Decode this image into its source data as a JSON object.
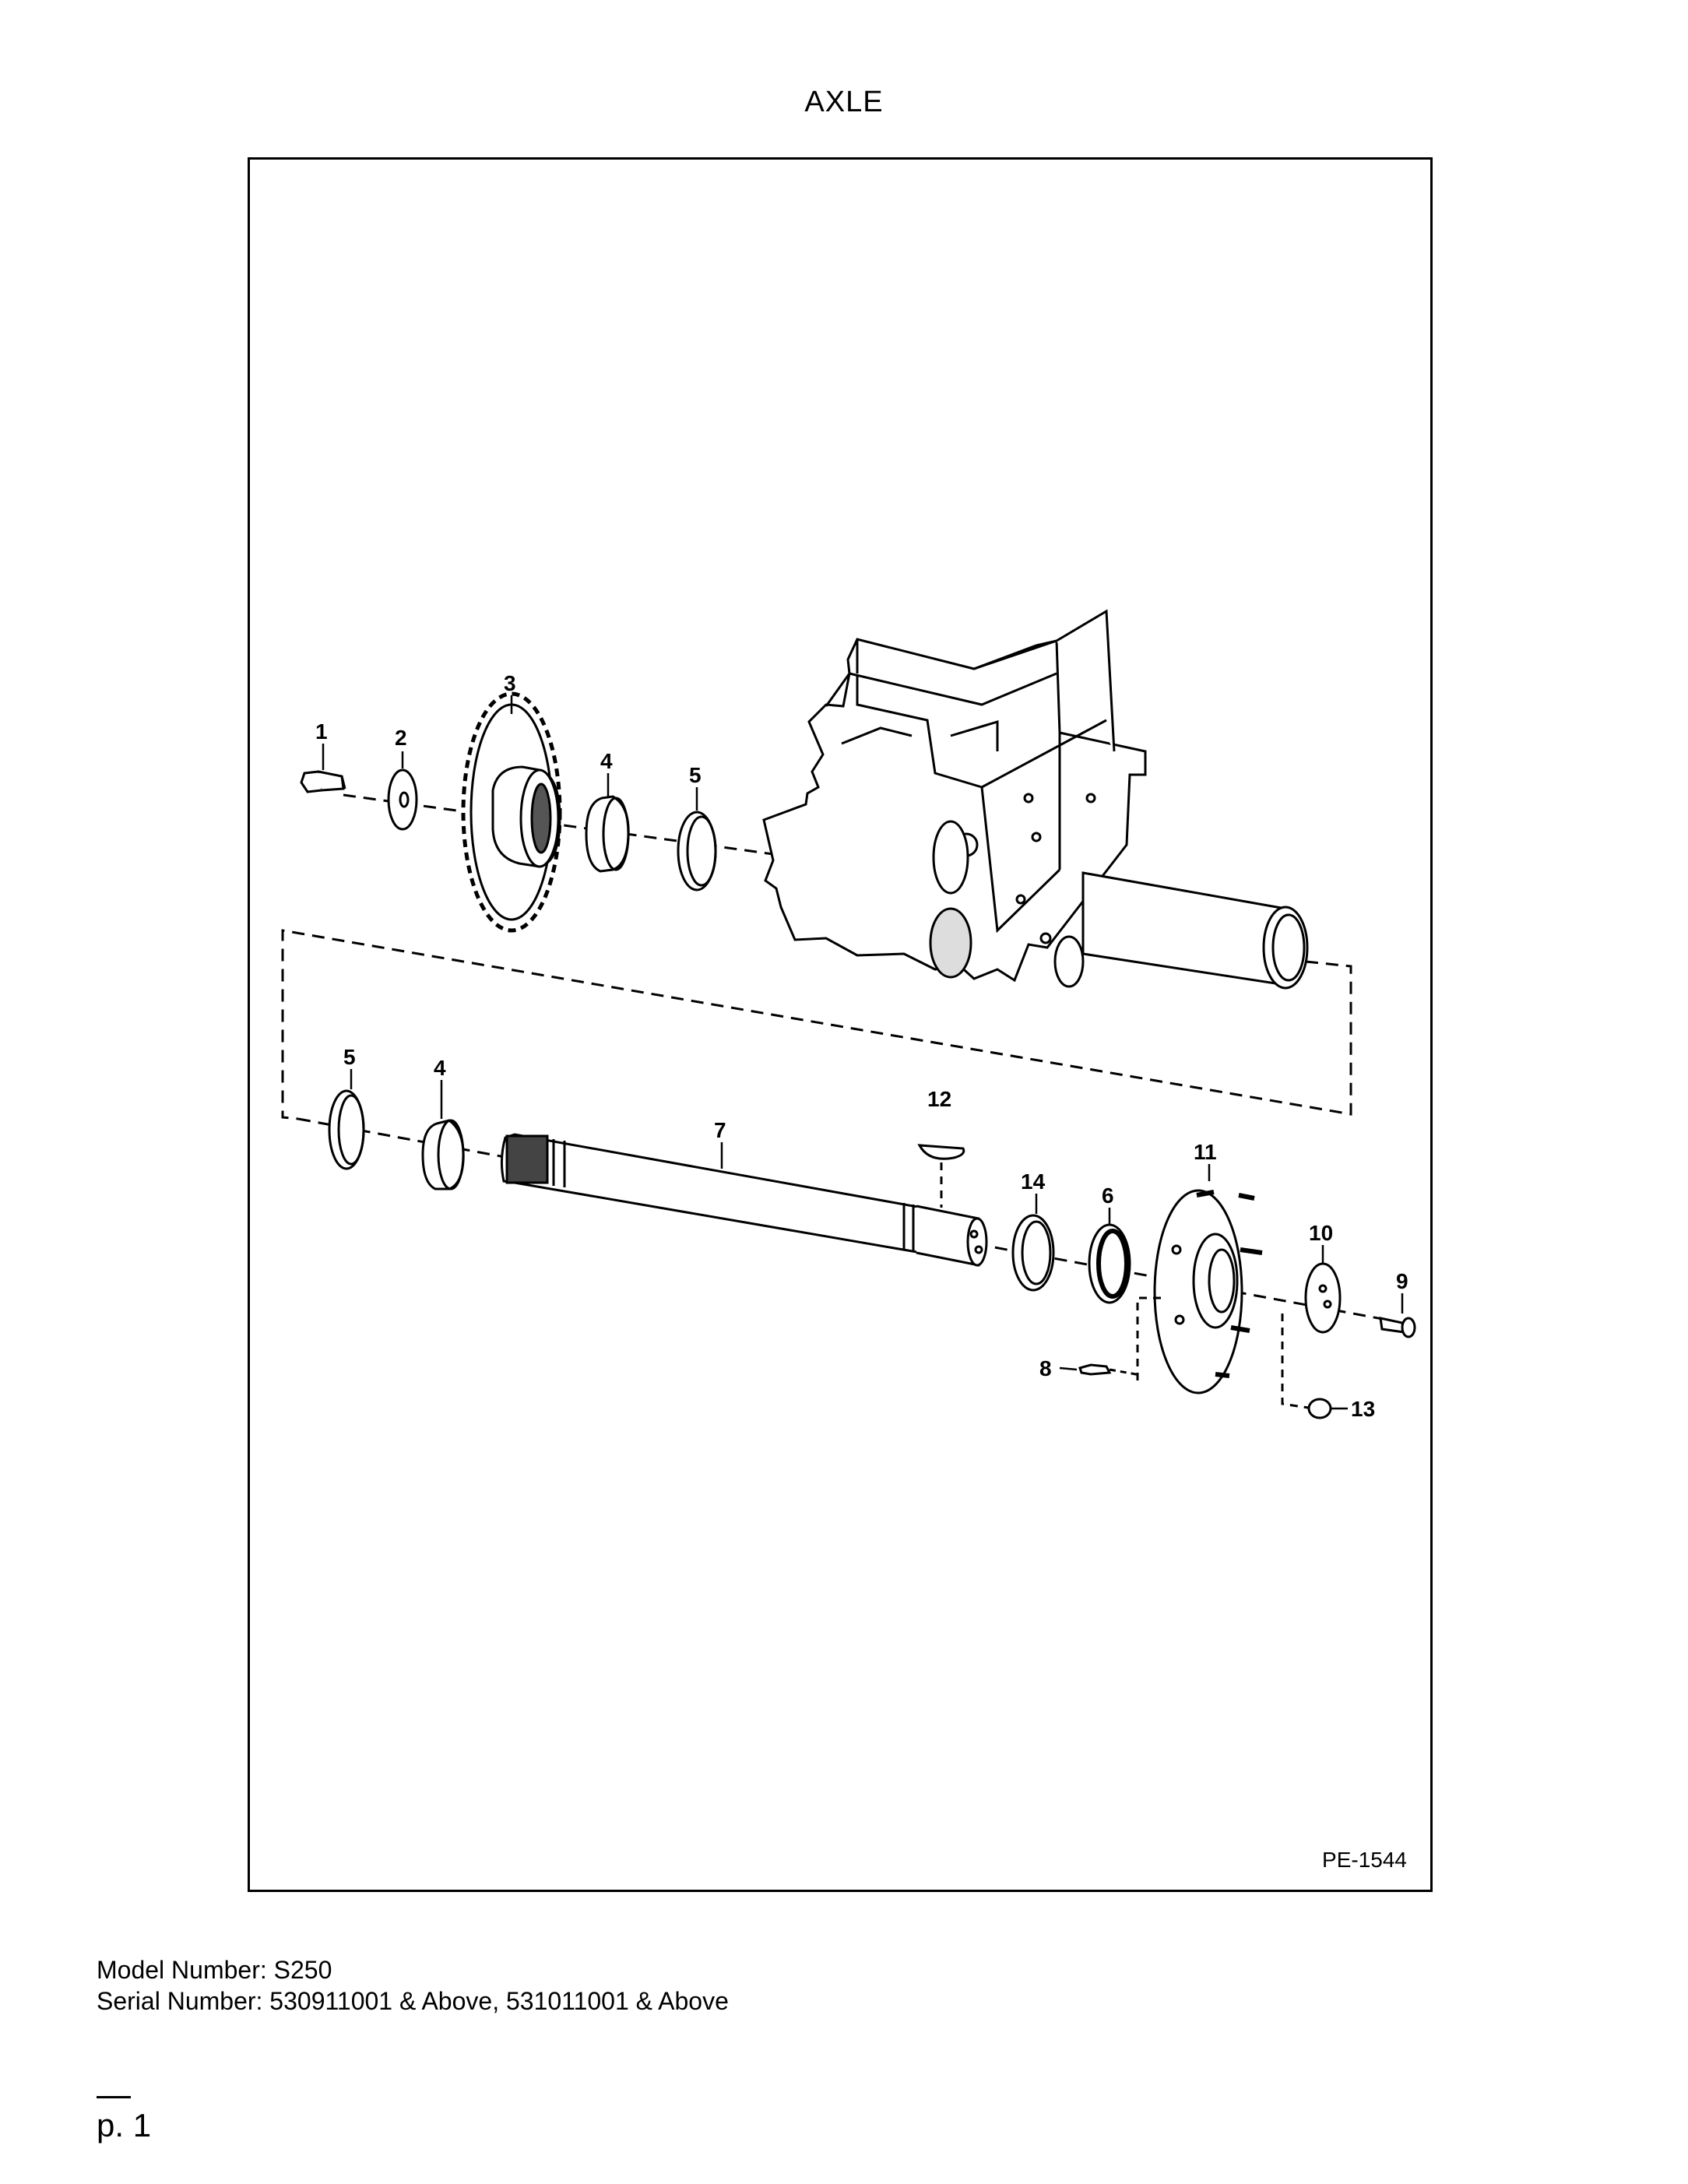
{
  "title": "AXLE",
  "drawing_id": "PE-1544",
  "callouts": {
    "c1": "1",
    "c2": "2",
    "c3": "3",
    "c4a": "4",
    "c5a": "5",
    "c5b": "5",
    "c4b": "4",
    "c7": "7",
    "c12": "12",
    "c14": "14",
    "c6": "6",
    "c11": "11",
    "c10": "10",
    "c9": "9",
    "c8": "8",
    "c13": "13"
  },
  "footer": {
    "model": "Model Number: S250",
    "serial": "Serial Number: 530911001 & Above, 531011001 & Above"
  },
  "page_label": "p. 1"
}
